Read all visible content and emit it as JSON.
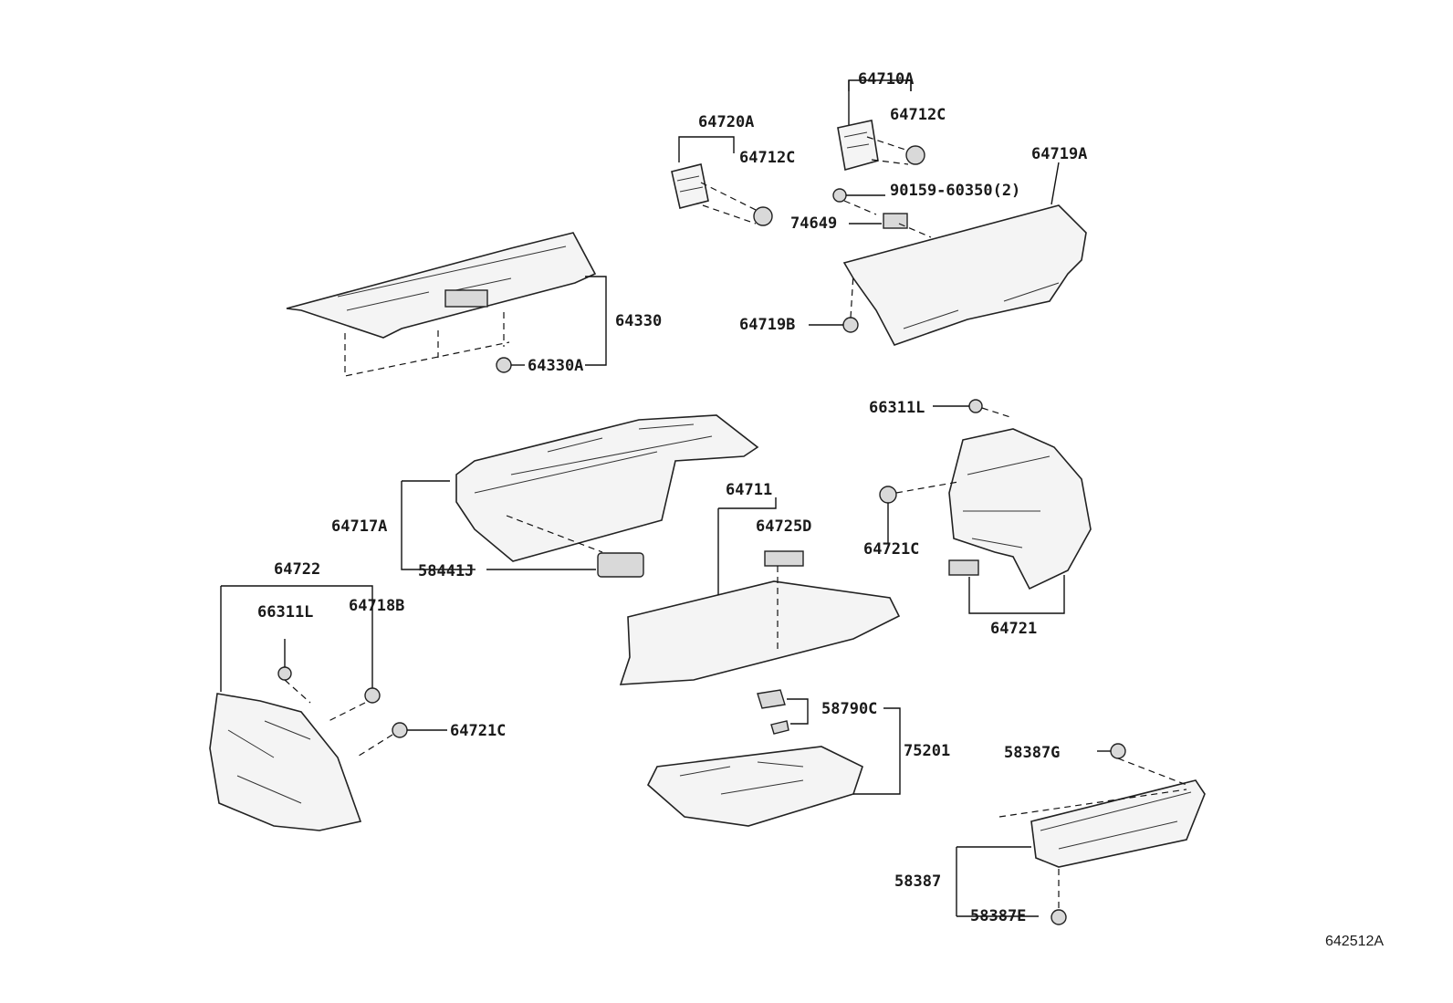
{
  "diagram": {
    "reference_code": "642512A",
    "parts": {
      "p64710A": "64710A",
      "p64712C_top": "64712C",
      "p64720A": "64720A",
      "p64712C_left": "64712C",
      "p64719A": "64719A",
      "p90159": "90159-60350(2)",
      "p74649": "74649",
      "p64719B": "64719B",
      "p64330": "64330",
      "p64330A": "64330A",
      "p66311L_right": "66311L",
      "p64721C_right": "64721C",
      "p64721": "64721",
      "p64717A": "64717A",
      "p58441J": "58441J",
      "p64711": "64711",
      "p64725D": "64725D",
      "p64722": "64722",
      "p66311L_left": "66311L",
      "p64718B": "64718B",
      "p64721C_left": "64721C",
      "p58790C": "58790C",
      "p75201": "75201",
      "p58387G": "58387G",
      "p58387": "58387",
      "p58387E": "58387E"
    }
  }
}
